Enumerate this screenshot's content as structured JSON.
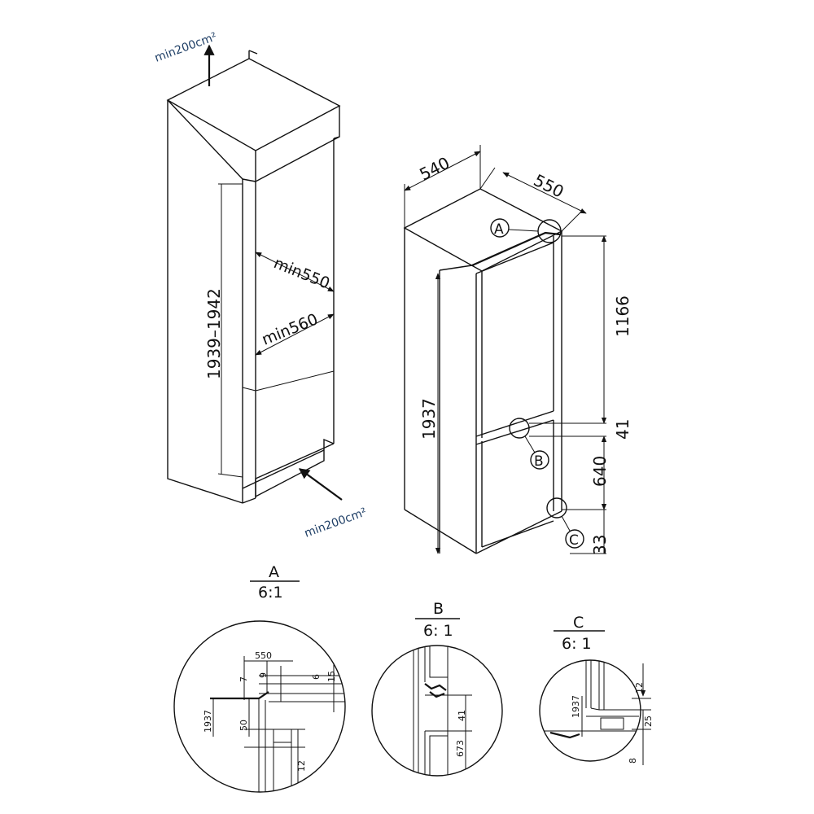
{
  "niche": {
    "vent_top": "min200cm²",
    "vent_bottom": "min200cm²",
    "height": "1939–1942",
    "depth": "min550",
    "width": "min560"
  },
  "appliance": {
    "width": "540",
    "depth": "550",
    "height": "1937",
    "door_upper": "1166",
    "door_gap": "41",
    "door_lower": "640",
    "base": "33",
    "callout_a": "A",
    "callout_b": "B",
    "callout_c": "C"
  },
  "detail_a": {
    "letter": "A",
    "scale": "6:1",
    "d550": "550",
    "d7": "7",
    "d9": "9",
    "d6": "6",
    "d15": "15",
    "d1937": "1937",
    "d50": "50",
    "d12": "12"
  },
  "detail_b": {
    "letter": "B",
    "scale": "6: 1",
    "d41": "41",
    "d673": "673"
  },
  "detail_c": {
    "letter": "C",
    "scale": "6: 1",
    "d1937": "1937",
    "d12": "12",
    "d25": "25",
    "d8": "8"
  }
}
